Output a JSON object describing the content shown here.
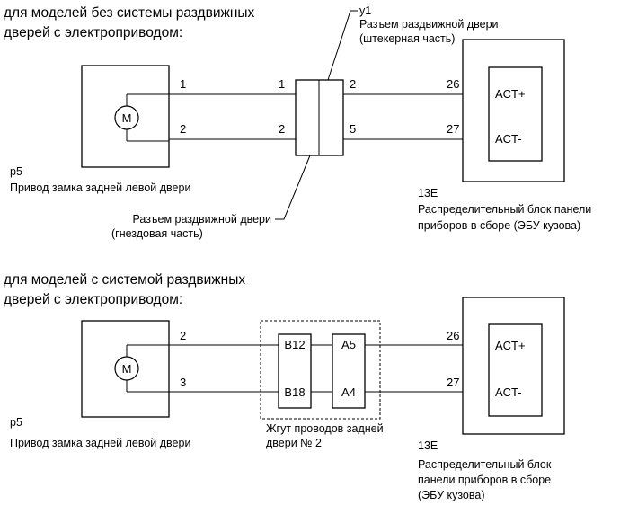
{
  "top": {
    "title_line1": "для моделей без системы раздвижных",
    "title_line2": "дверей с электроприводом:",
    "motor_symbol": "M",
    "actuator_pin1": "1",
    "actuator_pin2": "2",
    "actuator_code": "p5",
    "actuator_name": "Привод замка задней левой двери",
    "connector_code": "y1",
    "connector_plug_line1": "Разъем раздвижной двери",
    "connector_plug_line2": "(штекерная часть)",
    "connector_jack_line1": "Разъем раздвижной двери",
    "connector_jack_line2": "(гнездовая часть)",
    "conn_left_pin1": "1",
    "conn_left_pin2": "2",
    "conn_right_pin1": "2",
    "conn_right_pin2": "5",
    "ecu_pin1": "26",
    "ecu_pin2": "27",
    "ecu_signal1": "ACT+",
    "ecu_signal2": "ACT-",
    "ecu_code": "13E",
    "ecu_name_line1": "Распределительный блок панели",
    "ecu_name_line2": "приборов в сборе (ЭБУ кузова)"
  },
  "bottom": {
    "title_line1": "для моделей с системой раздвижных",
    "title_line2": "дверей с электроприводом:",
    "motor_symbol": "M",
    "actuator_pin1": "2",
    "actuator_pin2": "3",
    "actuator_code": "p5",
    "actuator_name": "Привод замка задней левой двери",
    "harness_conn1_pin1": "B12",
    "harness_conn1_pin2": "B18",
    "harness_conn2_pin1": "A5",
    "harness_conn2_pin2": "A4",
    "harness_name_line1": "Жгут проводов задней",
    "harness_name_line2": "двери № 2",
    "ecu_pin1": "26",
    "ecu_pin2": "27",
    "ecu_signal1": "ACT+",
    "ecu_signal2": "ACT-",
    "ecu_code": "13E",
    "ecu_name_line1": "Распределительный блок",
    "ecu_name_line2": "панели приборов в сборе",
    "ecu_name_line3": "(ЭБУ кузова)"
  }
}
